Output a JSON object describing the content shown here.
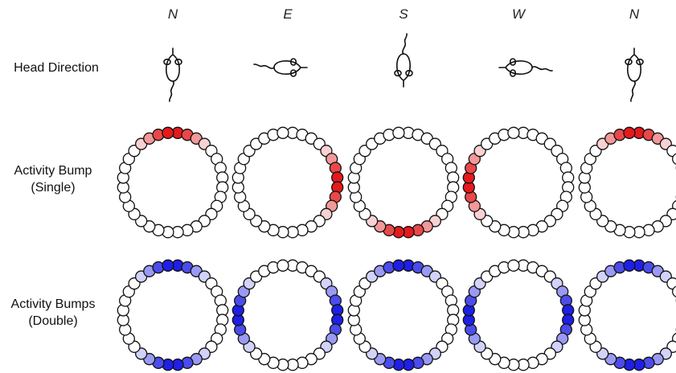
{
  "rows": {
    "head_direction": {
      "line1": "Head Direction"
    },
    "single": {
      "line1": "Activity Bump",
      "line2": "(Single)"
    },
    "double": {
      "line1": "Activity Bumps",
      "line2": "(Double)"
    }
  },
  "columns": [
    {
      "direction": "N",
      "heading_deg": 0
    },
    {
      "direction": "E",
      "heading_deg": 90
    },
    {
      "direction": "S",
      "heading_deg": 180
    },
    {
      "direction": "W",
      "heading_deg": 270
    },
    {
      "direction": "N",
      "heading_deg": 0
    }
  ],
  "ring": {
    "node_count": 32,
    "bump_profile": [
      1.0,
      0.8,
      0.45,
      0.2
    ]
  },
  "colors": {
    "single_bump": "#e41a1c",
    "double_bump": "#1f1fe6",
    "node_outline": "#111111",
    "node_empty": "#ffffff"
  }
}
